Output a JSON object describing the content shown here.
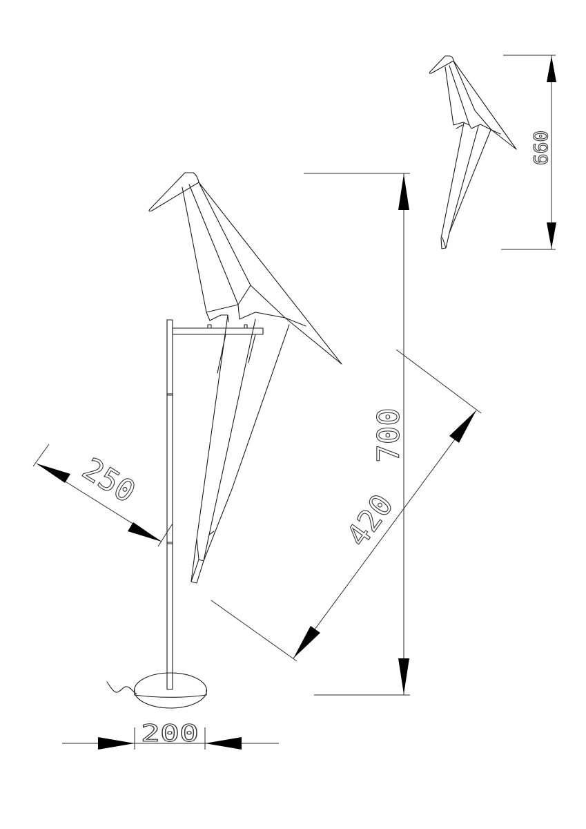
{
  "drawing": {
    "type": "technical line drawing",
    "subject": "origami bird floor lamp and wall/pendant variant",
    "line_color": "#1a1a1a",
    "background": "#ffffff"
  },
  "dimensions": {
    "base_width": {
      "label": "200",
      "unit": "mm"
    },
    "arm_reach": {
      "label": "250",
      "unit": "mm"
    },
    "bird_length": {
      "label": "420",
      "unit": "mm"
    },
    "total_height": {
      "label": "700",
      "unit": "mm"
    },
    "variant_height": {
      "label": "660",
      "unit": "mm"
    }
  },
  "views": [
    {
      "name": "floor-lamp-elevation",
      "parts": [
        "bird-shade",
        "support-arm",
        "pole",
        "round-base",
        "power-cord"
      ]
    },
    {
      "name": "bird-variant-elevation",
      "parts": [
        "bird-shade"
      ]
    }
  ]
}
